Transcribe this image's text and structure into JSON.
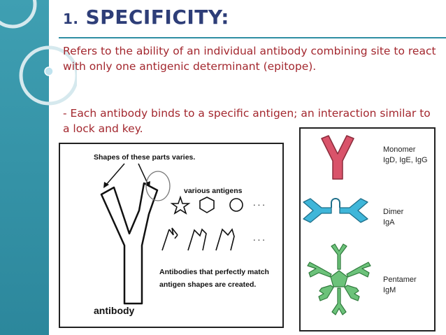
{
  "title": {
    "number": "1.",
    "text": "SPECIFICITY:"
  },
  "paragraphs": [
    "Refers to the ability of an individual antibody combining site to react with only one antigenic determinant (epitope).",
    "- Each antibody binds to a specific antigen; an interaction similar to a lock and key."
  ],
  "left_figure": {
    "callout": "Shapes of these parts varies.",
    "antigens_label": "various antigens",
    "ellipsis": "...",
    "caption_line1": "Antibodies that perfectly match",
    "caption_line2": "antigen shapes are created.",
    "antibody_label": "antibody"
  },
  "right_figure": {
    "monomer_label": "Monomer",
    "monomer_types": "IgD, IgE, IgG",
    "dimer_label": "Dimer",
    "dimer_types": "IgA",
    "pentamer_label": "Pentamer",
    "pentamer_types": "IgM"
  },
  "colors": {
    "sidebar": "#3a97ab",
    "title": "#2e3e78",
    "body_text": "#a3272e",
    "monomer": "#d9536a",
    "dimer": "#3fb6d9",
    "pentamer": "#6cc27a"
  }
}
